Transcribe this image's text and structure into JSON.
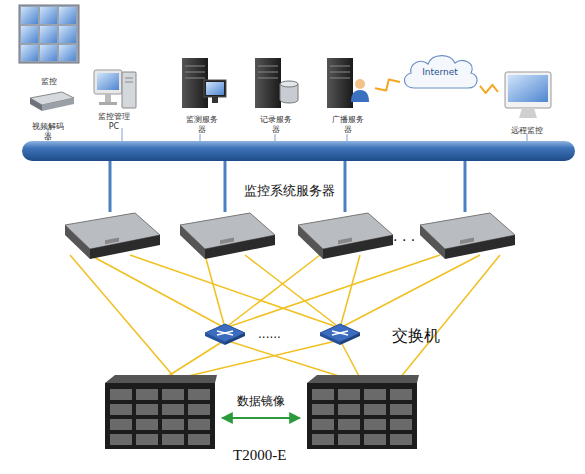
{
  "diagram": {
    "nodes": [
      {
        "text": [
          "监控"
        ]
      },
      {
        "text": [
          "视频解码器"
        ]
      },
      {
        "text": [
          "监控管理 PC"
        ]
      },
      {
        "text": [
          "监测服务器"
        ]
      },
      {
        "text": [
          "记录服务器"
        ]
      },
      {
        "text": [
          "广播服务器"
        ]
      },
      {
        "text": [
          "Internet"
        ]
      },
      {
        "text": [
          "远程监控"
        ]
      }
    ],
    "edges": [
      {
        "from": 5,
        "to": 6,
        "arrow": "none"
      },
      {
        "from": 6,
        "to": 7,
        "arrow": "none"
      }
    ],
    "labels": [
      "监控系统服务器",
      "· · ·",
      "......",
      "交换机",
      "数据镜像",
      "T2000-E"
    ]
  }
}
